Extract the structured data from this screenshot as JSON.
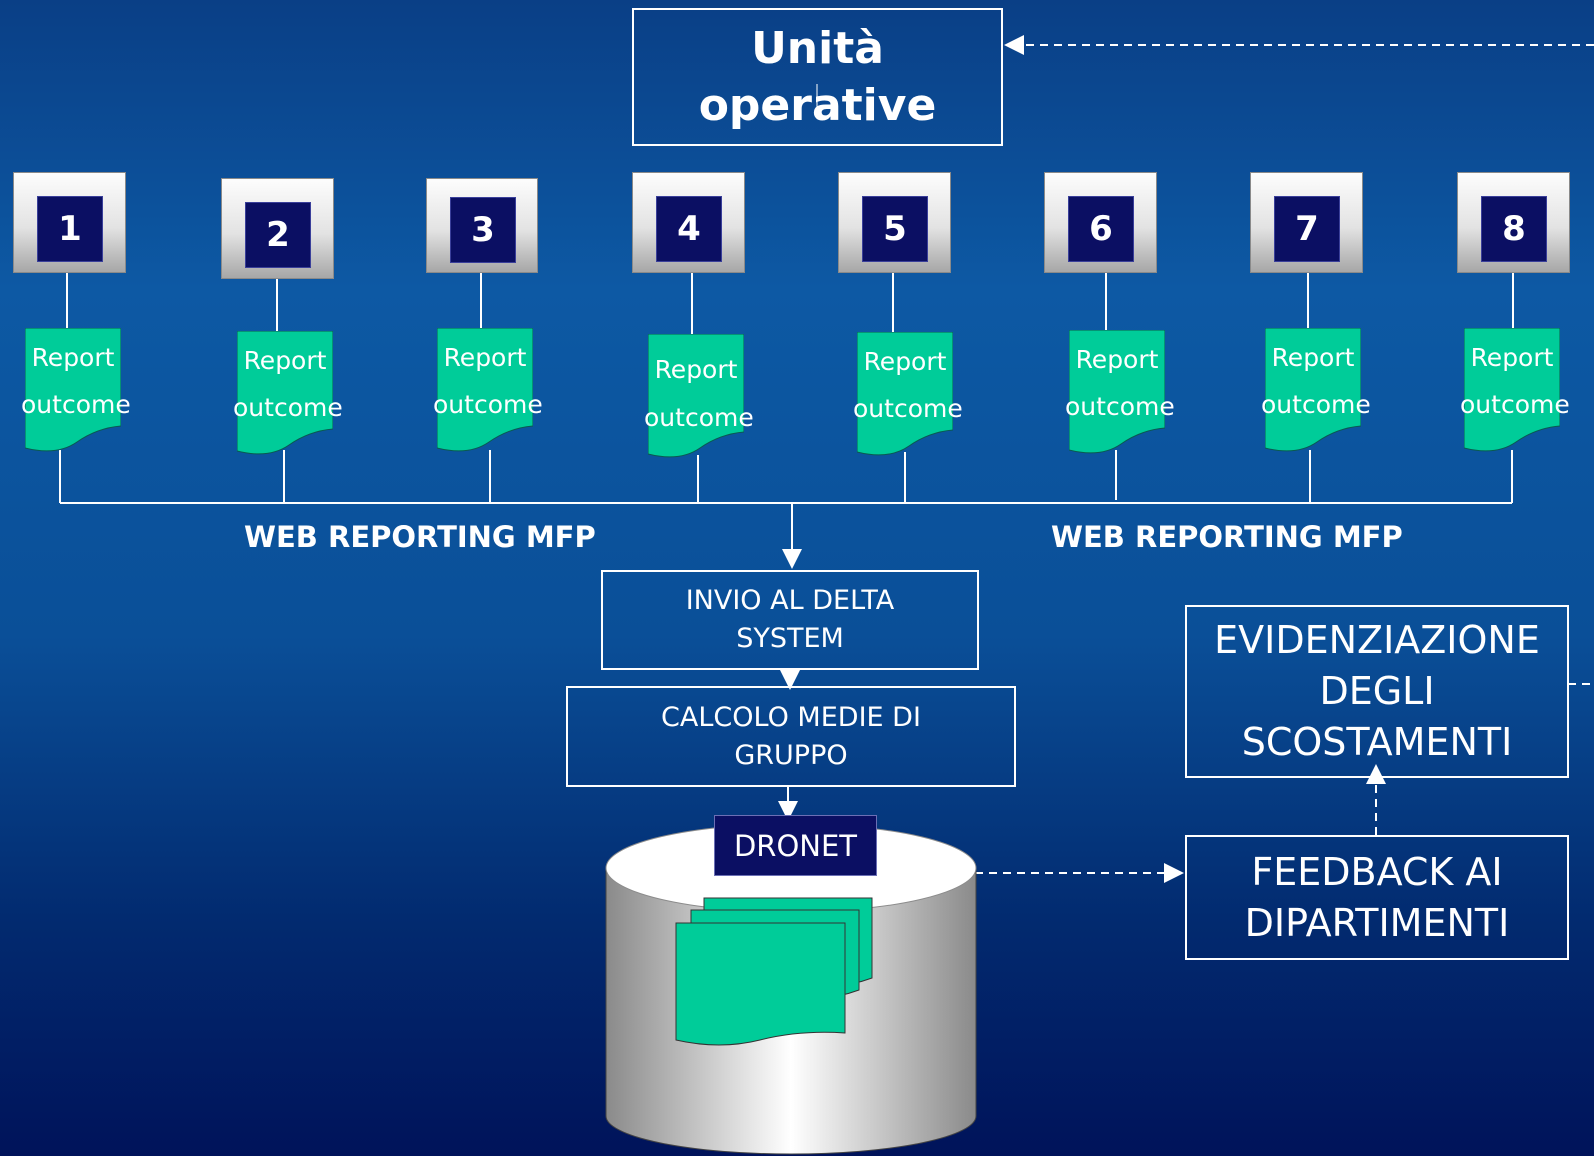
{
  "units": {
    "title": "Unità operative",
    "numbers": [
      "1",
      "2",
      "3",
      "4",
      "5",
      "6",
      "7",
      "8"
    ]
  },
  "reports": {
    "line1": "Report",
    "line2": "outcome"
  },
  "web_reporting": {
    "left_label": "WEB REPORTING MFP",
    "right_label": "WEB REPORTING MFP"
  },
  "flow": {
    "invio": "INVIO AL DELTA SYSTEM",
    "calcolo": "CALCOLO MEDIE DI GRUPPO",
    "dronet": "DRONET",
    "evidenziazione": "EVIDENZIAZIONE DEGLI SCOSTAMENTI",
    "feedback": "FEEDBACK AI DIPARTIMENTI"
  },
  "colors": {
    "background_top": "#0a3f86",
    "background_bottom": "#00135a",
    "document_green": "#00cc99",
    "number_badge": "#0b0f63",
    "line": "#ffffff"
  }
}
